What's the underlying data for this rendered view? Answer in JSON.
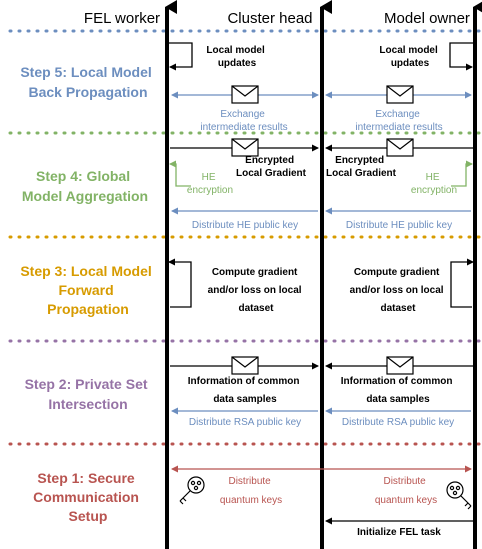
{
  "colors": {
    "blue": "#6c8ebf",
    "green": "#82b366",
    "orange": "#d79b00",
    "purple": "#9673a6",
    "red": "#b85450",
    "black": "#000000"
  },
  "headers": {
    "fel_worker": "FEL worker",
    "cluster_head": "Cluster head",
    "model_owner": "Model owner"
  },
  "steps": {
    "step5": [
      "Step 5: Local Model",
      "Back Propagation"
    ],
    "step4": [
      "Step 4: Global",
      "Model Aggregation"
    ],
    "step3": [
      "Step 3: Local Model",
      "Forward",
      "Propagation"
    ],
    "step2": [
      "Step 2: Private Set",
      "Intersection"
    ],
    "step1": [
      "Step 1: Secure",
      "Communication",
      "Setup"
    ]
  },
  "messages": {
    "local_updates": [
      "Local model",
      "updates"
    ],
    "exchange": [
      "Exchange",
      "intermediate results"
    ],
    "encrypted": [
      "Encrypted",
      "Local Gradient"
    ],
    "he": [
      "HE",
      "encryption"
    ],
    "he_key": "Distribute HE public key",
    "compute": [
      "Compute gradient",
      "and/or loss on local",
      "dataset"
    ],
    "common": [
      "Information of common",
      "data samples"
    ],
    "rsa_key": "Distribute RSA public key",
    "quantum": [
      "Distribute",
      "quantum keys"
    ],
    "init": "Initialize FEL task"
  },
  "icons": [
    "envelope-icon",
    "key-icon",
    "arrow-icon"
  ]
}
